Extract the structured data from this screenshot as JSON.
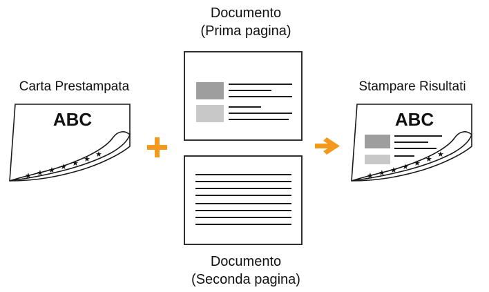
{
  "left": {
    "label": "Carta Prestampata",
    "paper_text": "ABC"
  },
  "middle": {
    "top_label_line1": "Documento",
    "top_label_line2": "(Prima pagina)",
    "bottom_label_line1": "Documento",
    "bottom_label_line2": "(Seconda pagina)"
  },
  "right": {
    "label": "Stampare Risultati",
    "paper_text": "ABC"
  },
  "operators": {
    "plus": "plus-icon",
    "arrow": "arrow-right-icon"
  },
  "colors": {
    "accent": "#F39A1E",
    "grey_dark": "#9E9E9E",
    "grey_light": "#C8C8C8",
    "line": "#1a1a1a"
  }
}
